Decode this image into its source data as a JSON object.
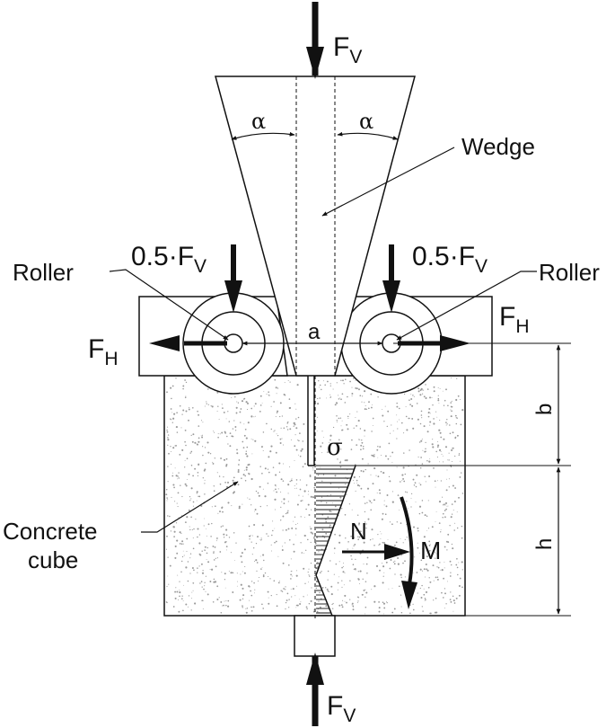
{
  "labels": {
    "fv_top": "F",
    "fv_bottom": "F",
    "fv_sub": "V",
    "half_left": "0.5·F",
    "half_right": "0.5·F",
    "half_sub": "V",
    "fh_left": "F",
    "fh_right": "F",
    "fh_sub": "H",
    "alpha_left": "α",
    "alpha_right": "α",
    "wedge": "Wedge",
    "roller_left": "Roller",
    "roller_right": "Roller",
    "dim_a": "a",
    "dim_b": "b",
    "dim_h": "h",
    "sigma": "σ",
    "normal_force": "N",
    "moment": "M",
    "cube_line1": "Concrete",
    "cube_line2": "cube"
  },
  "colors": {
    "stroke": "#111111",
    "speckle": "#9a9a9a"
  }
}
